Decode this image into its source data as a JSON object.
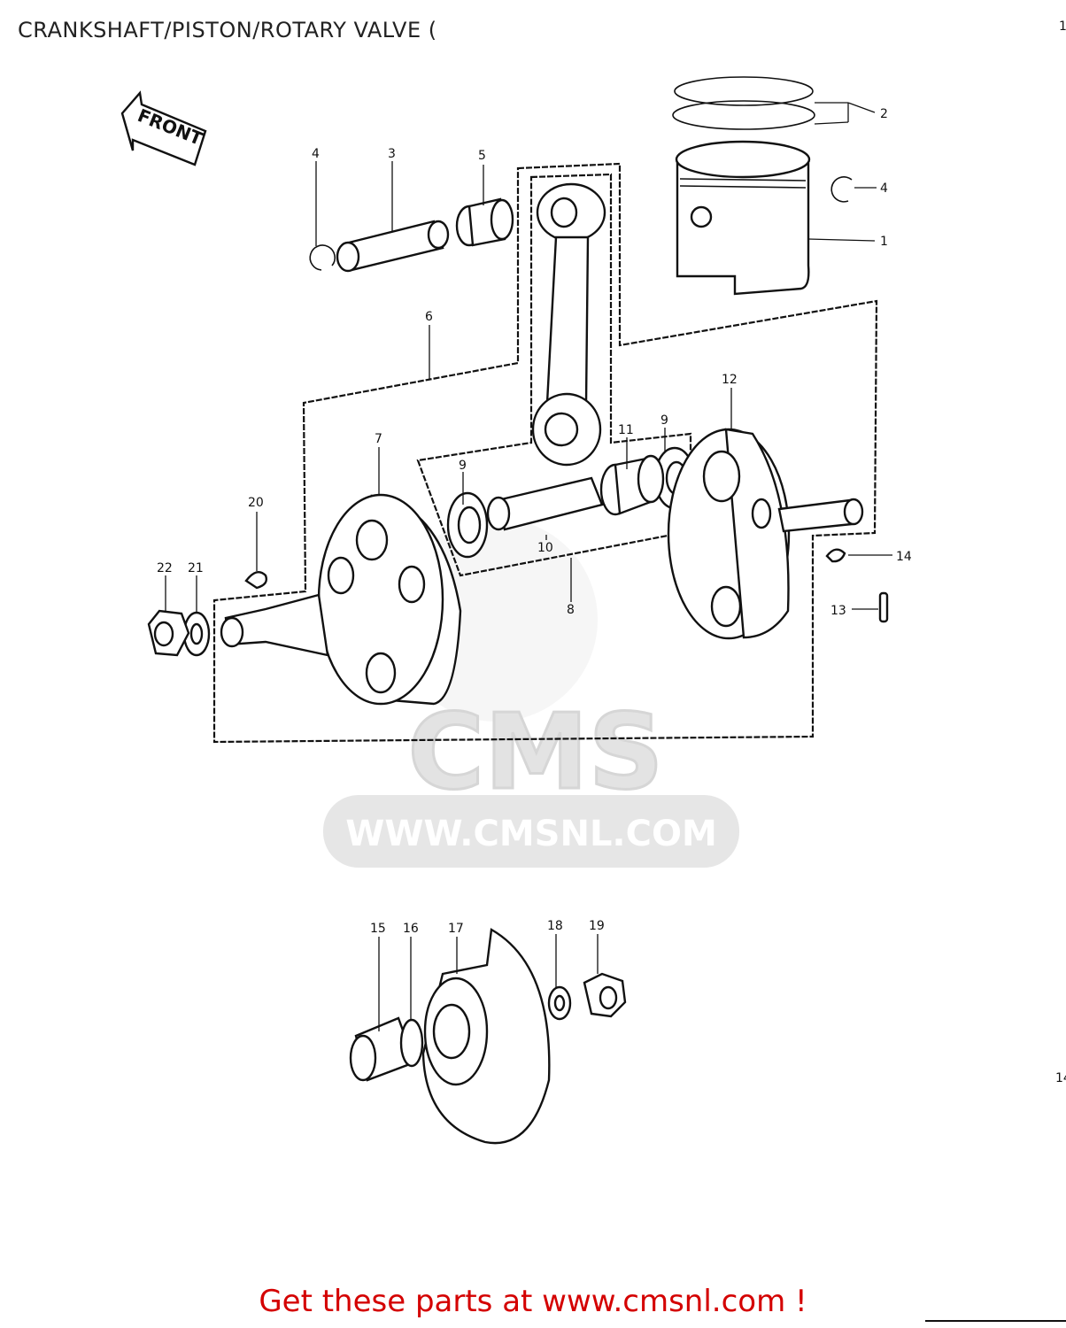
{
  "page": {
    "title": "CRANKSHAFT/PISTON/ROTARY VALVE (",
    "corner_mark": "1",
    "side_mark": "14"
  },
  "diagram": {
    "front_label": "FRONT",
    "watermark": {
      "logo_text": "CMS",
      "url_text": "WWW.CMSNL.COM"
    },
    "callouts": [
      "1",
      "2",
      "3",
      "4",
      "4",
      "5",
      "6",
      "7",
      "8",
      "9",
      "9",
      "10",
      "11",
      "12",
      "13",
      "14",
      "15",
      "16",
      "17",
      "18",
      "19",
      "20",
      "21",
      "22"
    ]
  },
  "footer": {
    "text": "Get these parts at www.cmsnl.com !",
    "color": "#d40000"
  }
}
